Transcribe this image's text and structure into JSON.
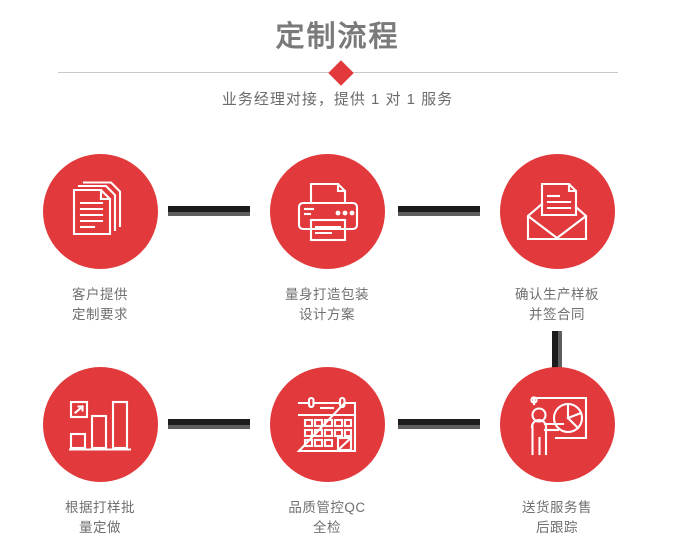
{
  "header": {
    "title": "定制流程",
    "subtitle": "业务经理对接，提供 1 对 1 服务",
    "title_color": "#7a7a7a",
    "accent_color": "#e23a3c",
    "divider_color": "#c9c9c9",
    "diamond_icon": "diamond-marker"
  },
  "flow": {
    "circle_color": "#e23a3c",
    "caption_color": "#6f6f6f",
    "connector_dark": "#1c1c1c",
    "connector_gray": "#5e5e5e",
    "steps": [
      {
        "index": "1",
        "icon": "documents-stack-icon",
        "caption": "客户提供\n定制要求"
      },
      {
        "index": "2",
        "icon": "printer-icon",
        "caption": "量身打造包装\n设计方案"
      },
      {
        "index": "3",
        "icon": "envelope-document-icon",
        "caption": "确认生产样板\n并签合同"
      },
      {
        "index": "4",
        "icon": "bar-chart-growth-icon",
        "caption": "根据打样批\n量定做"
      },
      {
        "index": "5",
        "icon": "calendar-icon",
        "caption": "品质管控QC\n全检"
      },
      {
        "index": "6",
        "icon": "presentation-person-pie-chart-icon",
        "caption": "送货服务售\n后跟踪"
      }
    ],
    "connectors": [
      {
        "name": "connector-step1-step2",
        "orientation": "horizontal"
      },
      {
        "name": "connector-step2-step3",
        "orientation": "horizontal"
      },
      {
        "name": "connector-step4-step5",
        "orientation": "horizontal"
      },
      {
        "name": "connector-step5-step6",
        "orientation": "horizontal"
      },
      {
        "name": "connector-step3-step6",
        "orientation": "vertical"
      }
    ]
  }
}
